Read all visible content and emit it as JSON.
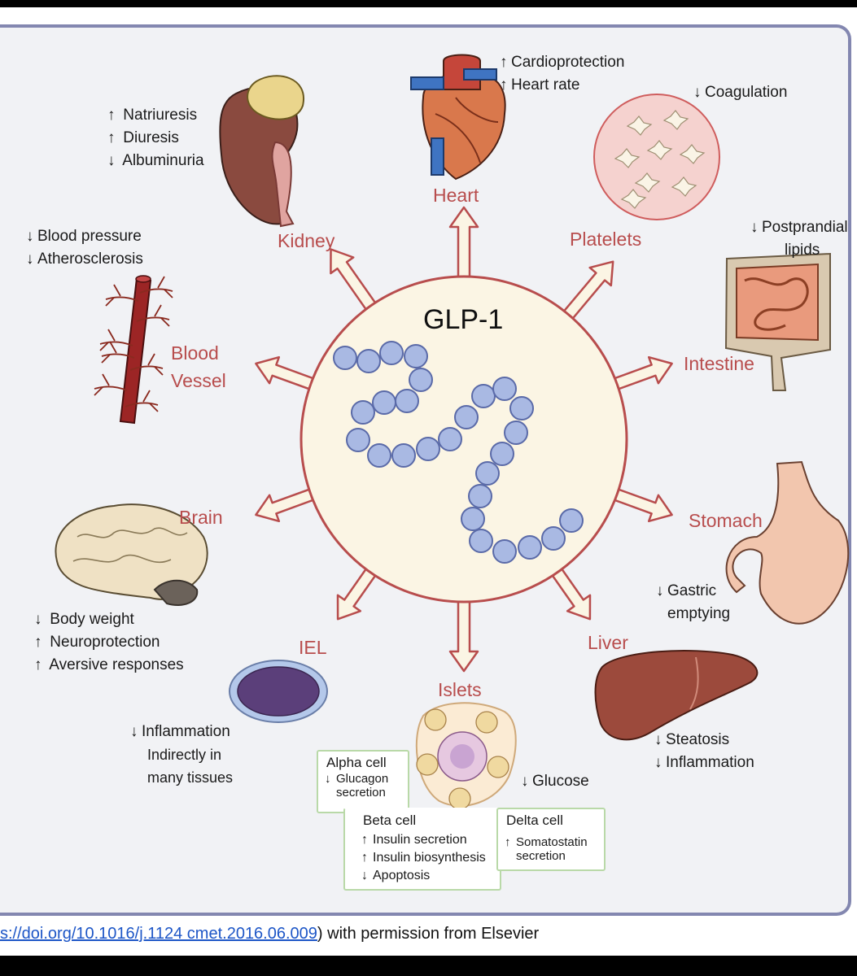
{
  "center_label": "GLP-1",
  "organs": {
    "kidney": {
      "label": "Kidney",
      "effects": [
        {
          "dir": "up",
          "text": "Natriuresis"
        },
        {
          "dir": "up",
          "text": "Diuresis"
        },
        {
          "dir": "down",
          "text": "Albuminuria"
        }
      ]
    },
    "heart": {
      "label": "Heart",
      "effects": [
        {
          "dir": "up",
          "text": "Cardioprotection"
        },
        {
          "dir": "up",
          "text": "Heart rate"
        }
      ]
    },
    "platelets": {
      "label": "Platelets",
      "effects": [
        {
          "dir": "down",
          "text": "Coagulation"
        }
      ]
    },
    "intestine": {
      "label": "Intestine",
      "effects": [
        {
          "dir": "down",
          "text": "Postprandial"
        },
        {
          "dir": "",
          "text": "lipids"
        }
      ]
    },
    "blood_vessel": {
      "label_line1": "Blood",
      "label_line2": "Vessel",
      "effects": [
        {
          "dir": "down",
          "text": "Blood pressure"
        },
        {
          "dir": "down",
          "text": "Atherosclerosis"
        }
      ]
    },
    "stomach": {
      "label": "Stomach",
      "effects": [
        {
          "dir": "down",
          "text": "Gastric"
        },
        {
          "dir": "",
          "text": "emptying"
        }
      ]
    },
    "brain": {
      "label": "Brain",
      "effects": [
        {
          "dir": "down",
          "text": "Body weight"
        },
        {
          "dir": "up",
          "text": "Neuroprotection"
        },
        {
          "dir": "up",
          "text": "Aversive responses"
        }
      ]
    },
    "iel": {
      "label": "IEL",
      "effects": [
        {
          "dir": "down",
          "text": "Inflammation"
        },
        {
          "dir": "",
          "text": "Indirectly in"
        },
        {
          "dir": "",
          "text": "many tissues"
        }
      ]
    },
    "liver": {
      "label": "Liver",
      "effects": [
        {
          "dir": "down",
          "text": "Steatosis"
        },
        {
          "dir": "down",
          "text": "Inflammation"
        }
      ]
    },
    "islets": {
      "label": "Islets",
      "glucose": {
        "dir": "down",
        "text": "Glucose"
      },
      "alpha": {
        "title": "Alpha cell",
        "line1": "Glucagon",
        "line2": "secretion",
        "dir": "down"
      },
      "beta": {
        "title": "Beta cell",
        "effects": [
          {
            "dir": "up",
            "text": "Insulin secretion"
          },
          {
            "dir": "up",
            "text": "Insulin biosynthesis"
          },
          {
            "dir": "down",
            "text": "Apoptosis"
          }
        ]
      },
      "delta": {
        "title": "Delta cell",
        "line1": "Somatostatin",
        "line2": "secretion",
        "dir": "up"
      }
    }
  },
  "caption": {
    "link": "s://doi.org/10.1016/j.1124 cmet.2016.06.009",
    "suffix": ") with permission from Elsevier"
  },
  "colors": {
    "organ_label": "#b84d4d",
    "center_fill": "#fbf5e4",
    "bead_fill": "#a9b9e3",
    "arrow_stroke": "#b84d4d",
    "frame": "#8387b0"
  },
  "arrows": {
    "up": "↑",
    "down": "↓"
  }
}
